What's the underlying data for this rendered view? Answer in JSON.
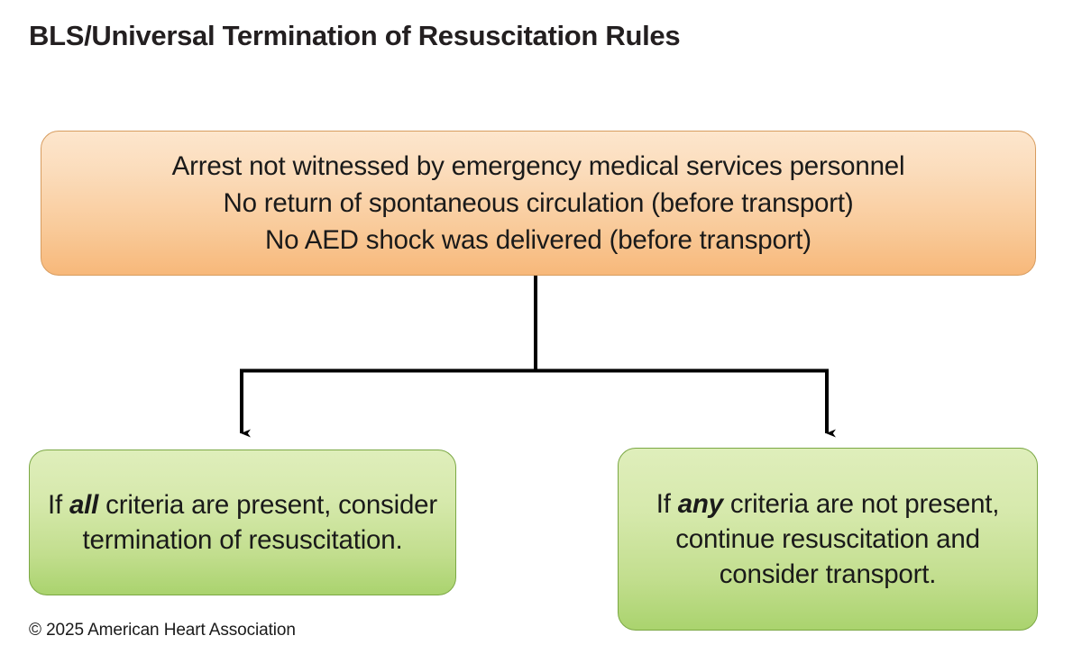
{
  "title": "BLS/Universal Termination of Resuscitation Rules",
  "nodes": {
    "criteria": {
      "line1": "Arrest not witnessed by emergency medical services personnel",
      "line2": "No return of spontaneous circulation (before transport)",
      "line3": "No AED shock was delivered (before transport)"
    },
    "outcome_all": {
      "prefix": "If ",
      "emphasis": "all",
      "suffix": " criteria are present, consider termination of resuscitation."
    },
    "outcome_any": {
      "prefix": "If ",
      "emphasis": "any",
      "suffix": " criteria are not present, continue resuscitation and consider transport."
    }
  },
  "footer": {
    "copyright": "© 2025 American Heart Association"
  },
  "colors": {
    "orange_fill_top": "#fde6cd",
    "orange_fill_bottom": "#f7b87a",
    "orange_border": "#d79c5f",
    "green_fill_top": "#dfeebb",
    "green_fill_bottom": "#aad36e",
    "green_border": "#7ba844",
    "connector": "#000000",
    "text": "#1a1a1a",
    "title_text": "#231f20",
    "background": "#ffffff"
  }
}
